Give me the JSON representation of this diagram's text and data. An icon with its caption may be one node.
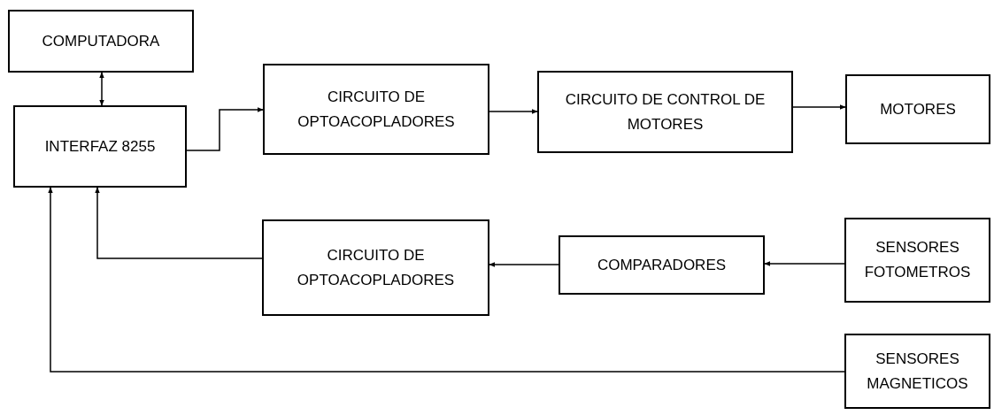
{
  "diagram": {
    "nodes": [
      {
        "text": [
          "COMPUTADORA"
        ]
      },
      {
        "text": [
          "INTERFAZ 8255"
        ]
      },
      {
        "text": [
          "CIRCUITO DE OPTOACOPLADORES"
        ]
      },
      {
        "text": [
          "CIRCUITO DE CONTROL DE MOTORES"
        ]
      },
      {
        "text": [
          "MOTORES"
        ]
      },
      {
        "text": [
          "CIRCUITO DE OPTOACOPLADORES"
        ]
      },
      {
        "text": [
          "COMPARADORES"
        ]
      },
      {
        "text": [
          "SENSORES FOTOMETROS"
        ]
      },
      {
        "text": [
          "SENSORES MAGNETICOS"
        ]
      }
    ],
    "edges": [
      {
        "from": 0,
        "to": 1,
        "arrow": "both"
      },
      {
        "from": 1,
        "to": 2,
        "arrow": "to"
      },
      {
        "from": 2,
        "to": 3,
        "arrow": "to"
      },
      {
        "from": 3,
        "to": 4,
        "arrow": "to"
      },
      {
        "from": 7,
        "to": 6,
        "arrow": "to"
      },
      {
        "from": 6,
        "to": 5,
        "arrow": "to"
      },
      {
        "from": 5,
        "to": 1,
        "arrow": "to"
      },
      {
        "from": 8,
        "to": 1,
        "arrow": "to"
      }
    ]
  }
}
